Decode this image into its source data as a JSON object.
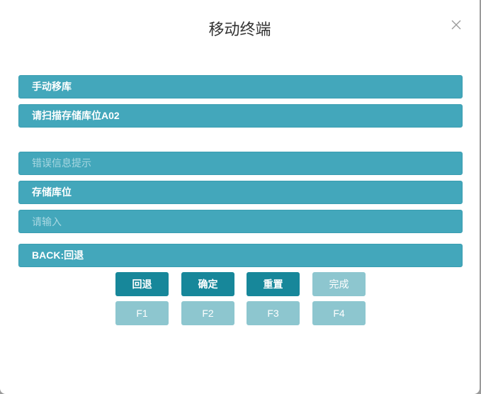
{
  "dialog": {
    "title": "移动终端",
    "close_icon": "close-icon"
  },
  "bars": {
    "mode": "手动移库",
    "prompt": "请扫描存储库位A02",
    "error": "错误信息提示",
    "field_label": "存储库位",
    "input_placeholder": "请输入",
    "input_value": "",
    "hint": "BACK:回退"
  },
  "buttons": {
    "back": "回退",
    "confirm": "确定",
    "reset": "重置",
    "finish": "完成",
    "f1": "F1",
    "f2": "F2",
    "f3": "F3",
    "f4": "F4"
  },
  "colors": {
    "bar": "#43a7bb",
    "button_active": "#17879a",
    "button_disabled": "#8dc6cf"
  }
}
